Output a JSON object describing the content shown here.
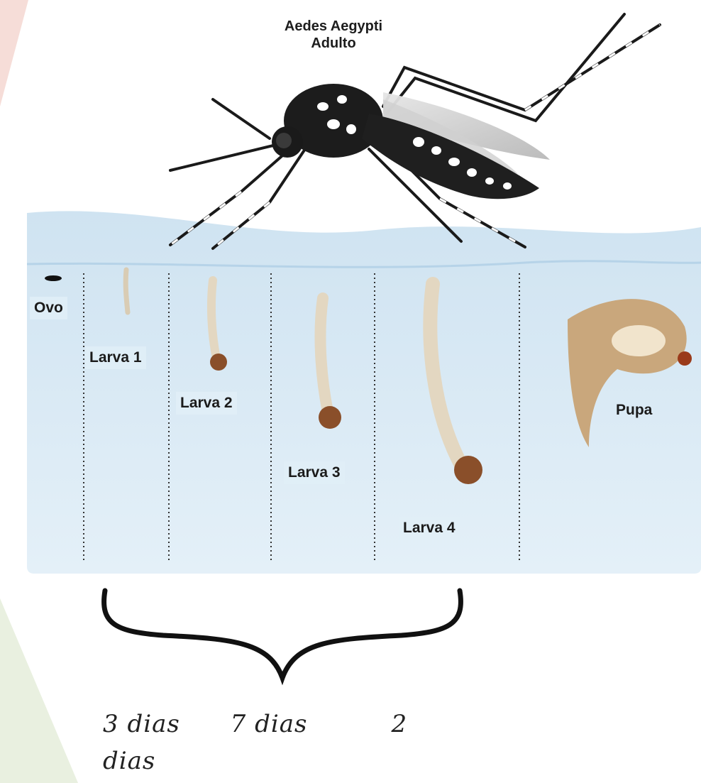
{
  "diagram": {
    "title_line1": "Aedes Aegypti",
    "title_line2": "Adulto",
    "stages": {
      "ovo": "Ovo",
      "larva1": "Larva 1",
      "larva2": "Larva 2",
      "larva3": "Larva 3",
      "larva4": "Larva 4",
      "pupa": "Pupa"
    }
  },
  "annotation": {
    "line1": "3 dias      7 dias          2",
    "line2": "dias"
  },
  "colors": {
    "water": "#d6e8f4",
    "mosquito_body": "#1a1a1a",
    "larva": "#e2d6c0",
    "larva_head": "#8a4f2a",
    "pupa": "#c9a77c"
  }
}
